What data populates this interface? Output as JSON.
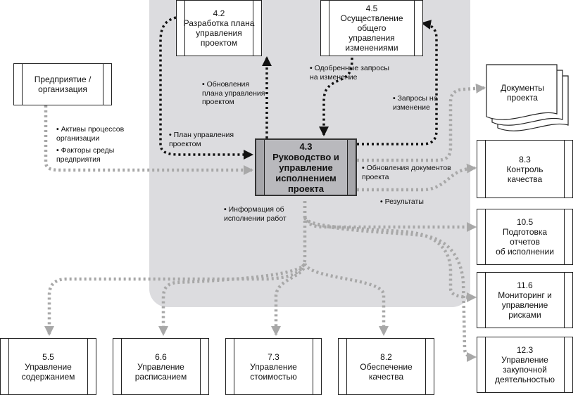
{
  "boxes": {
    "p42": {
      "num": "4.2",
      "text": "Разработка плана\nуправления\nпроектом"
    },
    "p45": {
      "num": "4.5",
      "text": "Осуществление\nобщего\nуправления\nизменениями"
    },
    "enterprise": {
      "text": "Предприятие /\nорганизация"
    },
    "central": {
      "num": "4.3",
      "text": "Руководство и\nуправление\nисполнением\nпроекта"
    },
    "documents": {
      "text": "Документы\nпроекта"
    },
    "p83": {
      "num": "8.3",
      "text": "Контроль\nкачества"
    },
    "p105": {
      "num": "10.5",
      "text": "Подготовка\nотчетов\nоб исполнении"
    },
    "p116": {
      "num": "11.6",
      "text": "Мониторинг и\nуправление\nрисками"
    },
    "p123": {
      "num": "12.3",
      "text": "Управление\nзакупочной\nдеятельностью"
    },
    "p55": {
      "num": "5.5",
      "text": "Управление\nсодержанием"
    },
    "p66": {
      "num": "6.6",
      "text": "Управление\nрасписанием"
    },
    "p73": {
      "num": "7.3",
      "text": "Управление\nстоимостью"
    },
    "p82": {
      "num": "8.2",
      "text": "Обеспечение\nкачества"
    }
  },
  "labels": {
    "plan_updates": "Обновления\nплана управления\nпроектом",
    "approved_requests": "Одобренные запросы\nна изменение",
    "change_requests": "Запросы на\nизменение",
    "pm_plan": "План управления\nпроектом",
    "org_assets": "Активы процессов\nорганизации",
    "env_factors": "Факторы среды\nпредприятия",
    "doc_updates": "Обновления документов\nпроекта",
    "results": "Результаты",
    "perf_info": "Информация об\nисполнении работ"
  },
  "colors": {
    "shade": "#dcdcdf",
    "dotted_black": "#111111",
    "dotted_gray": "#a8a8a8",
    "central_fill": "#b9b9bd"
  }
}
